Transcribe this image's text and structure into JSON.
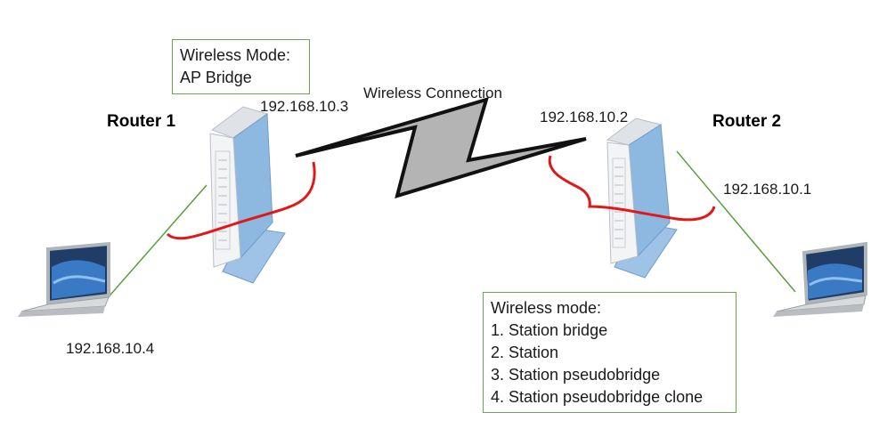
{
  "router1": {
    "label": "Router 1",
    "mode_title": "Wireless Mode:",
    "mode_value": "AP Bridge",
    "wifi_ip": "192.168.10.3",
    "laptop_ip": "192.168.10.4"
  },
  "router2": {
    "label": "Router 2",
    "wifi_ip": "192.168.10.2",
    "lan_ip": "192.168.10.1",
    "mode_title": "Wireless mode:",
    "modes": [
      "1. Station bridge",
      "2. Station",
      "3. Station pseudobridge",
      "4. Station pseudobridge clone"
    ]
  },
  "connection": {
    "label": "Wireless Connection"
  },
  "colors": {
    "link": "#5a9e3a",
    "bridge": "#e01818",
    "router_blue": "#8db8e0",
    "bolt_fill": "#b4b4b4"
  }
}
